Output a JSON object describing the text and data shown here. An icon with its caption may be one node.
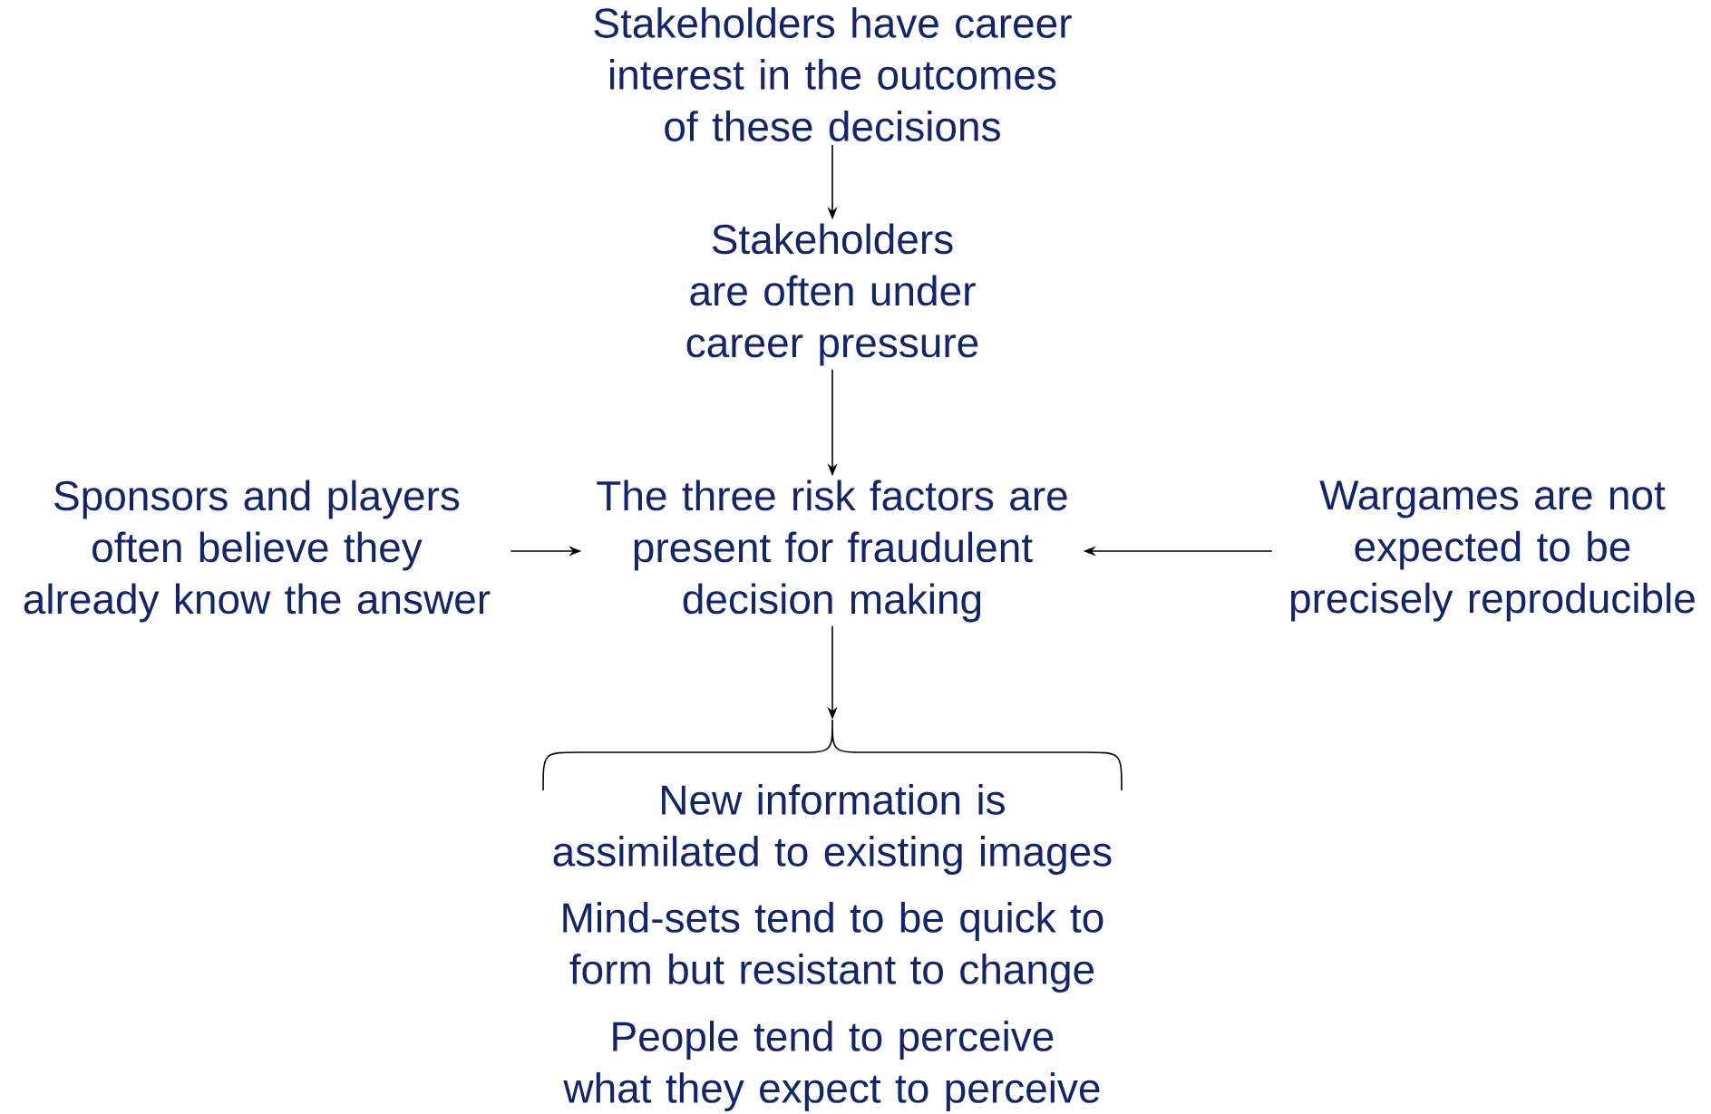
{
  "diagram": {
    "nodes": [
      {
        "text": [
          "Stakeholders have career interest in the outcomes of these decisions"
        ]
      },
      {
        "text": [
          "Stakeholders are often under career pressure"
        ]
      },
      {
        "text": [
          "The three risk factors are present for fraudulent decision making"
        ]
      },
      {
        "text": [
          "Sponsors and players often believe they already know the answer"
        ]
      },
      {
        "text": [
          "Wargames are not expected to be precisely reproducible"
        ]
      },
      {
        "text": [],
        "shape": "brace"
      }
    ],
    "edges": [
      {
        "from": 0,
        "to": 1,
        "arrow": "to"
      },
      {
        "from": 1,
        "to": 2,
        "arrow": "to"
      },
      {
        "from": 3,
        "to": 2,
        "arrow": "to"
      },
      {
        "from": 4,
        "to": 2,
        "arrow": "to"
      },
      {
        "from": 2,
        "to": 5,
        "arrow": "to"
      }
    ],
    "labels": [
      "New information is assimilated to existing images",
      "Mind-sets tend to be quick to form but resistant to change",
      "People tend to perceive what they expect to perceive"
    ]
  }
}
